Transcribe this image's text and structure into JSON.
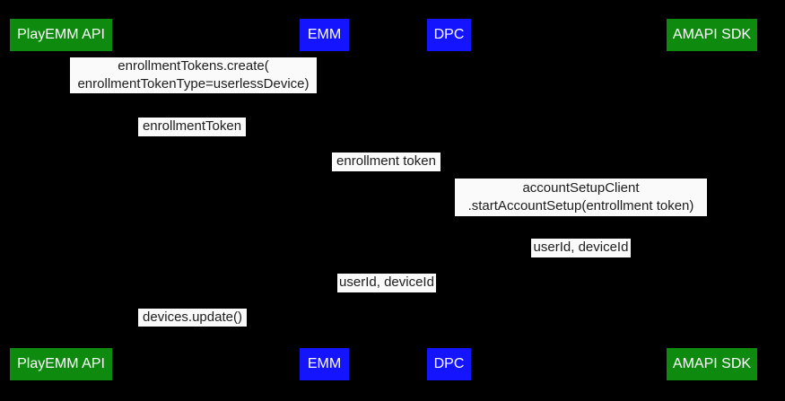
{
  "diagram": {
    "type": "sequence-diagram",
    "background_color": "#000000",
    "message_label_bg_color": "#fafafa",
    "message_label_text_color": "#1d1d1d",
    "actor_text_color": "#ffffff",
    "actors": [
      {
        "label": "PlayEMM API",
        "color": "#0e8b0e"
      },
      {
        "label": "EMM",
        "color": "#1414ff"
      },
      {
        "label": "DPC",
        "color": "#1414ff"
      },
      {
        "label": "AMAPI SDK",
        "color": "#0e8b0e"
      }
    ],
    "messages": [
      {
        "label": "enrollmentTokens.create(\nenrollmentTokenType=userlessDevice)"
      },
      {
        "label": "enrollmentToken"
      },
      {
        "label": "enrollment token"
      },
      {
        "label": "accountSetupClient\n.startAccountSetup(entrollment token)"
      },
      {
        "label": "userId, deviceId"
      },
      {
        "label": "userId, deviceId"
      },
      {
        "label": "devices.update()"
      }
    ]
  }
}
